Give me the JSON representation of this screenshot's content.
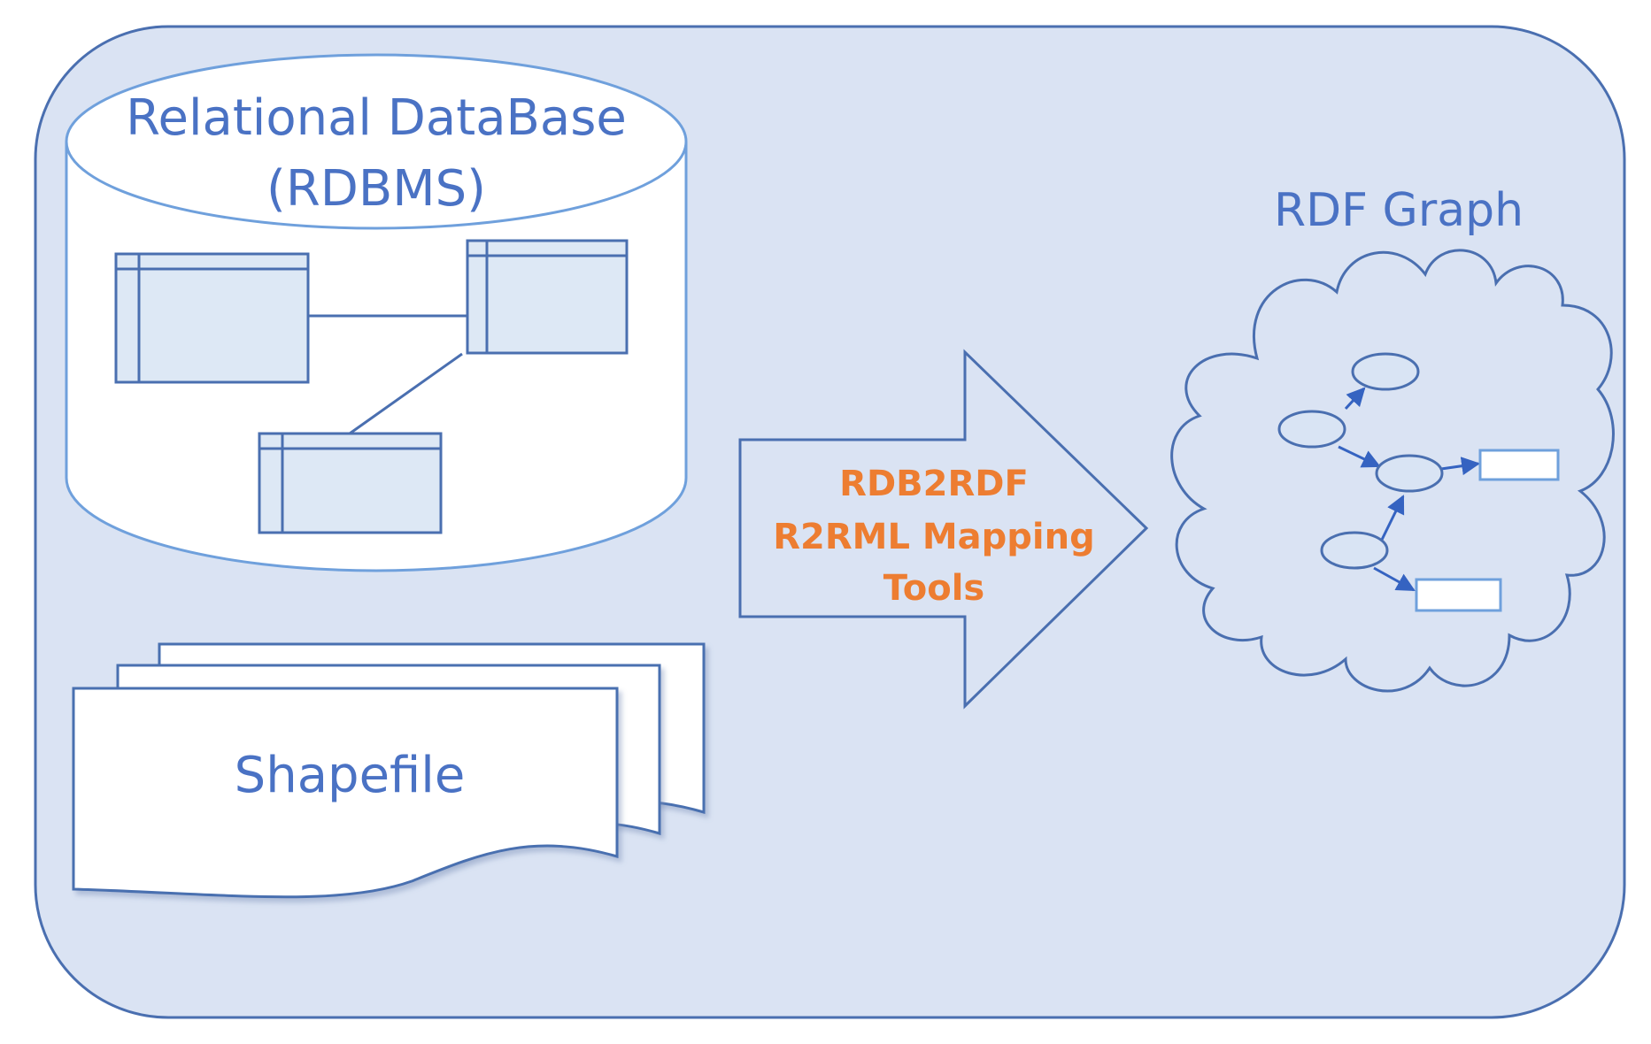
{
  "database": {
    "title_line1": "Relational DataBase",
    "title_line2": "(RDBMS)"
  },
  "shapefile": {
    "label": "Shapefile"
  },
  "mapping": {
    "line1": "RDB2RDF",
    "line2": "R2RML Mapping",
    "line3": "Tools"
  },
  "graph": {
    "title": "RDF Graph"
  },
  "colors": {
    "panel_fill": "#dae3f3",
    "outline": "#4a6fb0",
    "label_blue": "#4a72c4",
    "label_orange": "#ed7d31",
    "table_fill": "#dde8f5",
    "cylinder_stroke": "#6fa0dc",
    "node_fill": "#d9e4f4",
    "arrow_blue": "#3563c1"
  }
}
